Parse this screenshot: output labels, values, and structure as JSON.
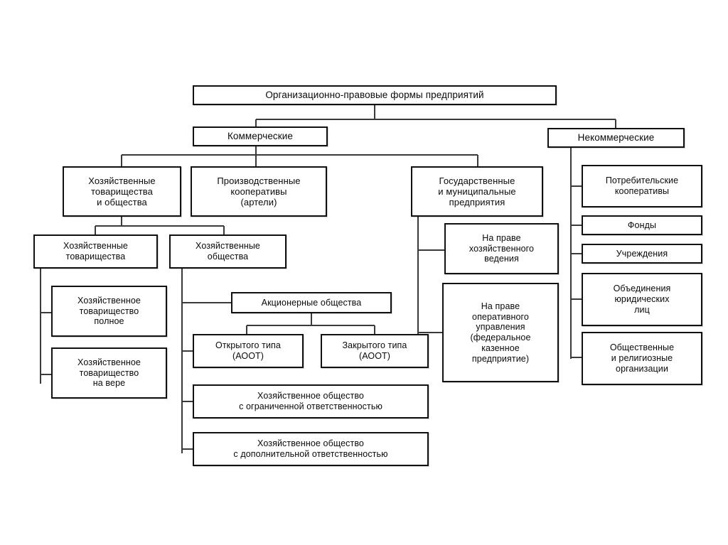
{
  "diagram": {
    "title": "Организационно-правовые формы предприятий",
    "type": "organizational-hierarchy-chart",
    "language": "ru",
    "colors": {
      "background": "#ffffff",
      "box_fill": "#ffffff",
      "box_border": "#111111",
      "connector": "#3a3a3a",
      "text": "#0a0a0a"
    },
    "nodes": {
      "root": "Организационно-правовые формы предприятий",
      "commercial": "Коммерческие",
      "noncommercial": "Некоммерческие",
      "partnerships_and_societies": "Хозяйственные\nтоварищества\nи общества",
      "production_cooperatives": "Производственные\nкооперативы\n(артели)",
      "state_municipal": "Государственные\nи муниципальные\nпредприятия",
      "economic_partnerships": "Хозяйственные\nтоварищества",
      "economic_societies": "Хозяйственные\nобщества",
      "partnership_full": "Хозяйственное\nтоварищество\nполное",
      "partnership_faith": "Хозяйственное\nтоварищество\nна вере",
      "joint_stock": "Акционерные общества",
      "open_type": "Открытого типа\n(АООТ)",
      "closed_type": "Закрытого типа\n(АООТ)",
      "limited_liability": "Хозяйственное общество\nс ограниченной ответственностью",
      "additional_liability": "Хозяйственное общество\nс дополнительной ответственностью",
      "right_economic_management": "На праве\nхозяйственного\nведения",
      "right_operative_management": "На праве\nоперативного\nуправления\n(федеральное\nказенное\nпредприятие)",
      "consumer_cooperatives": "Потребительские\nкооперативы",
      "funds": "Фонды",
      "institutions": "Учреждения",
      "legal_entity_associations": "Объединения\nюридических\nлиц",
      "public_religious": "Общественные\nи религиозные\nорганизации"
    }
  }
}
